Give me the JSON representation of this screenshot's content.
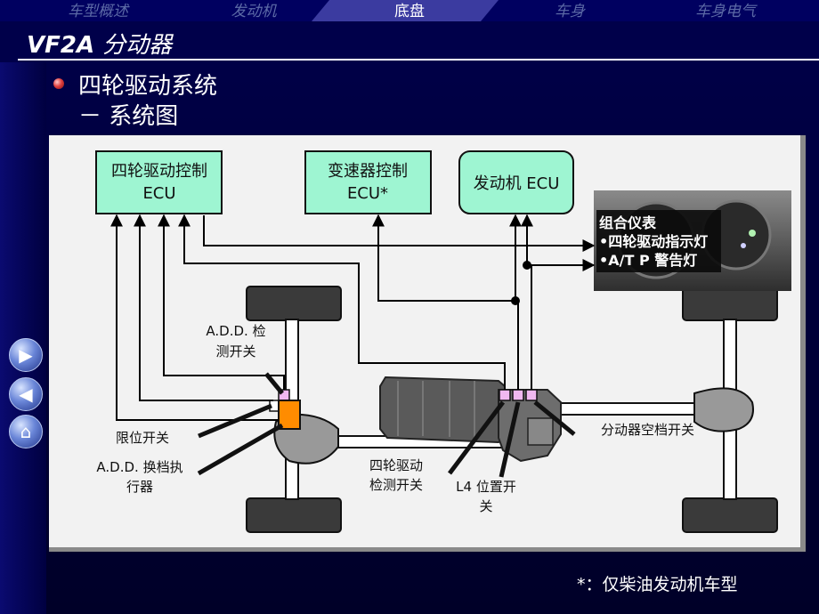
{
  "nav": {
    "tabs": [
      "车型概述",
      "发动机",
      "底盘",
      "车身",
      "车身电气"
    ],
    "active_index": 2
  },
  "title": {
    "main": "VF2A",
    "sub": "分动器"
  },
  "bullets": {
    "level1": "四轮驱动系统",
    "level2": "－ 系统图"
  },
  "side_buttons": [
    {
      "name": "next-button",
      "icon": "arrow-right-icon"
    },
    {
      "name": "prev-button",
      "icon": "arrow-left-icon"
    },
    {
      "name": "home-button",
      "icon": "home-icon"
    }
  ],
  "diagram": {
    "boxes": {
      "fwd_ecu": [
        "四轮驱动控制",
        "ECU"
      ],
      "trans_ecu": [
        "变速器控制",
        "ECU*"
      ],
      "engine_ecu": [
        "发动机 ECU"
      ]
    },
    "meter": {
      "lines": [
        "组合仪表",
        "•四轮驱动指示灯",
        "•A/T P 警告灯"
      ]
    },
    "labels": {
      "add_switch": [
        "A.D.D. 检",
        "测开关"
      ],
      "limit_switch": [
        "限位开关"
      ],
      "add_actuator": [
        "A.D.D. 换档执",
        "行器"
      ],
      "fwd_detect": [
        "四轮驱动",
        "检测开关"
      ],
      "l4_switch": [
        "L4 位置开",
        "关"
      ],
      "neutral_switch": [
        "分动器空档开关"
      ]
    }
  },
  "footnote": "*：仅柴油发动机车型",
  "colors": {
    "background": "#000033",
    "ecu_box": "#9ef5d2",
    "panel": "#f2f2f2",
    "actuator": "#ff8c00",
    "switch": "#f0b8f0",
    "wheel": "#3a3a3a"
  }
}
